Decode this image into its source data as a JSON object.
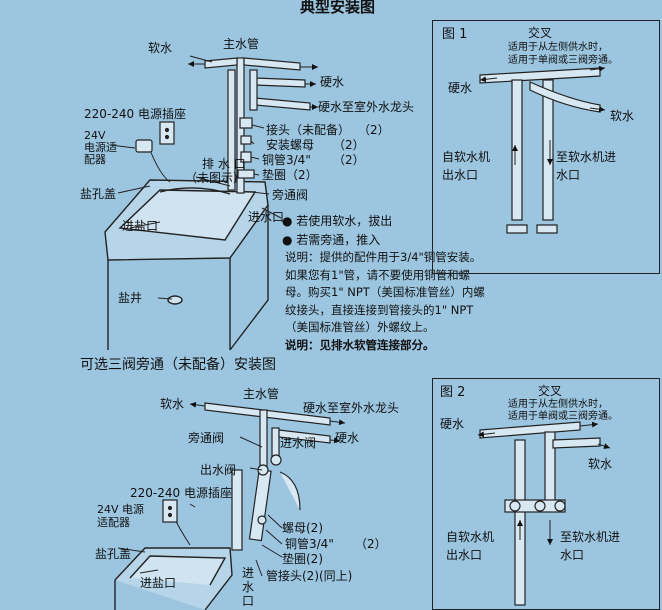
{
  "title": "典型安装图",
  "top": {
    "soft_water": "软水",
    "main_pipe": "主水管",
    "hard_water": "硬水",
    "hard_outdoor": "硬水至室外水龙头",
    "power_socket": "220-240 电源插座",
    "adapter": "24V\n电源适\n配器",
    "drain": "排 水 口",
    "drain_note": "（未图示）",
    "salt_lid": "盐孔盖",
    "salt_inlet": "进盐口",
    "salt_well": "盐井",
    "fitting": "接头（未配备）",
    "fitting_qty": "（2）",
    "nut": "安装螺母",
    "nut_qty": "（2）",
    "copper": "铜管3/4\"",
    "copper_qty": "（2）",
    "washer": "垫圈（2）",
    "bypass": "旁通阀",
    "inlet": "进水口",
    "bullet1": "● 若使用软水，拔出",
    "bullet2": "● 若需旁通，推入",
    "note_lines": [
      "说明：提供的配件用于3/4\"铜管安装。",
      "如果您有1\"管，请不要使用铜管和螺",
      "母。购买1\" NPT（美国标准管丝）内螺",
      "纹接头，直接连接到管接头的1\" NPT",
      "（美国标准管丝）外螺纹上。"
    ],
    "note_bold": "说明：见排水软管连接部分。"
  },
  "fig1": {
    "label": "图 1",
    "cross": "交叉",
    "cross_note1": "适用于从左侧供水时，",
    "cross_note2": "适用于单阀或三阀旁通。",
    "hard": "硬水",
    "soft": "软水",
    "outlet": "自软水机\n出水口",
    "inlet": "至软水机进\n水口"
  },
  "sub_title": "可选三阀旁通（未配备）安装图",
  "bottom": {
    "soft_water": "软水",
    "main_pipe": "主水管",
    "hard_outdoor": "硬水至室外水龙头",
    "bypass": "旁通阀",
    "inlet_valve": "进水阀",
    "hard": "硬水",
    "outlet_valve": "出水阀",
    "power_socket": "220-240 电源插座",
    "adapter": "24V 电源\n适配器",
    "salt_lid": "盐孔盖",
    "salt_inlet": "进盐口",
    "nut": "螺母(2)",
    "copper": "铜管3/4\"",
    "copper_qty": "（2）",
    "washer": "垫圈(2)",
    "fitting": "管接头(2)(同上)",
    "inlet_v": "进\n水\n口"
  },
  "fig2": {
    "label": "图 2",
    "cross": "交叉",
    "cross_note1": "适用于从左侧供水时，",
    "cross_note2": "适用于单阀或三阀旁通。",
    "hard": "硬水",
    "soft": "软水",
    "outlet": "自软水机\n出水口",
    "inlet": "至软水机进\n水口"
  }
}
